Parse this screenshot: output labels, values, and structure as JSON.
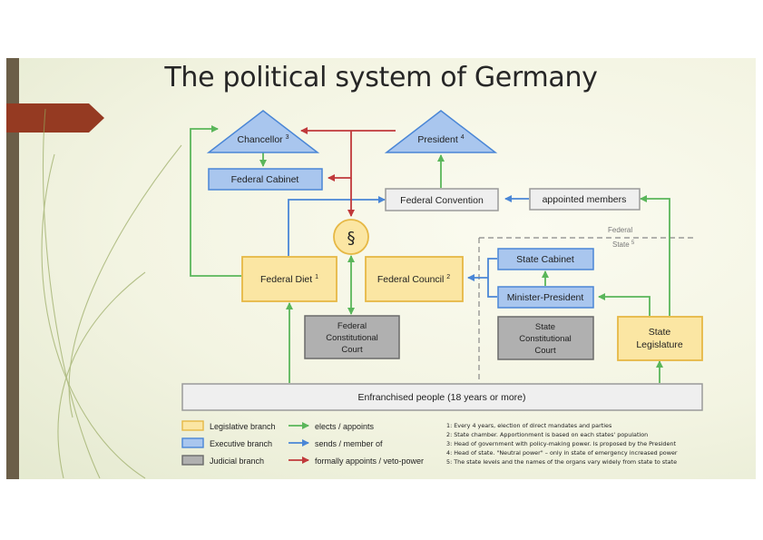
{
  "title": "The political system of Germany",
  "nodes": {
    "chancellor": {
      "label": "Chancellor",
      "sup": "3"
    },
    "president": {
      "label": "President",
      "sup": "4"
    },
    "federal_cabinet": "Federal Cabinet",
    "federal_convention": "Federal Convention",
    "appointed_members": "appointed members",
    "constitution_symbol": "§",
    "federal_diet": {
      "label": "Federal Diet",
      "sup": "1"
    },
    "federal_council": {
      "label": "Federal Council",
      "sup": "2"
    },
    "federal_court": [
      "Federal",
      "Constitutional",
      "Court"
    ],
    "state_cabinet": "State Cabinet",
    "minister_president": "Minister-President",
    "state_court": [
      "State",
      "Constitutional",
      "Court"
    ],
    "state_legislature": [
      "State",
      "Legislature"
    ],
    "people": "Enfranchised people (18 years or more)"
  },
  "separator": {
    "federal": "Federal",
    "state": "State",
    "state_sup": "5"
  },
  "legend": {
    "branches": [
      "Legislative branch",
      "Executive branch",
      "Judicial branch"
    ],
    "arrows": [
      "elects / appoints",
      "sends / member of",
      "formally appoints / veto-power"
    ]
  },
  "footnotes": [
    "1: Every 4 years, election of direct mandates and parties",
    "2: State chamber. Apportionment is based on each states' population",
    "3: Head of government with policy-making power. Is proposed by the President",
    "4: Head of state. \"Neutral power\" – only in state of emergency increased power",
    "5: The state levels and the names of the organs vary widely from state to state"
  ],
  "colors": {
    "legislative_fill": "#fbe6a3",
    "legislative_stroke": "#e6b845",
    "executive_fill": "#a9c6ee",
    "executive_stroke": "#4a86d6",
    "judicial_fill": "#b0b0b0",
    "judicial_stroke": "#6a6a6a",
    "neutral_fill": "#efefef",
    "neutral_stroke": "#9a9a9a",
    "green_arrow": "#5ab65a",
    "blue_arrow": "#4a86d6",
    "red_arrow": "#c0393b",
    "tab": "#953a22",
    "bar": "#6b5e48"
  }
}
